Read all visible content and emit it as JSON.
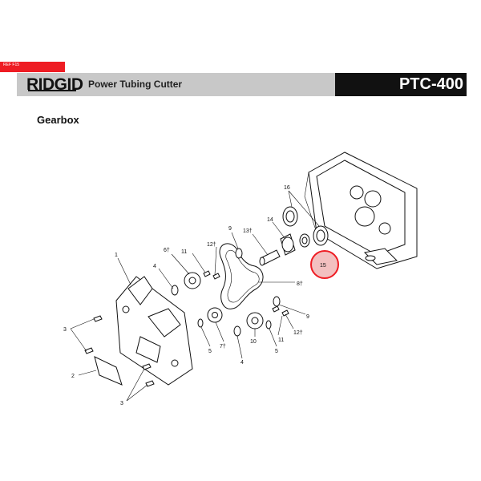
{
  "header": {
    "ref_tab": "REF F15",
    "brand": "RIDGID",
    "product": "Power Tubing Cutter",
    "model": "PTC-400"
  },
  "section": {
    "title": "Gearbox"
  },
  "callouts": [
    {
      "id": "c1",
      "text": "1"
    },
    {
      "id": "c2",
      "text": "2"
    },
    {
      "id": "c3a",
      "text": "3"
    },
    {
      "id": "c3b",
      "text": "3"
    },
    {
      "id": "c4a",
      "text": "4"
    },
    {
      "id": "c4b",
      "text": "4"
    },
    {
      "id": "c5a",
      "text": "5"
    },
    {
      "id": "c5b",
      "text": "5"
    },
    {
      "id": "c6",
      "text": "6†"
    },
    {
      "id": "c7",
      "text": "7†"
    },
    {
      "id": "c8",
      "text": "8†"
    },
    {
      "id": "c9a",
      "text": "9"
    },
    {
      "id": "c9b",
      "text": "9"
    },
    {
      "id": "c10",
      "text": "10"
    },
    {
      "id": "c11a",
      "text": "11"
    },
    {
      "id": "c11b",
      "text": "11"
    },
    {
      "id": "c12a",
      "text": "12†"
    },
    {
      "id": "c12b",
      "text": "12†"
    },
    {
      "id": "c13",
      "text": "13†"
    },
    {
      "id": "c14",
      "text": "14"
    },
    {
      "id": "c15",
      "text": "15"
    },
    {
      "id": "c16",
      "text": "16"
    }
  ],
  "colors": {
    "accent": "#ee1c23",
    "header_gray": "#c8c8c8",
    "header_black": "#111111"
  }
}
